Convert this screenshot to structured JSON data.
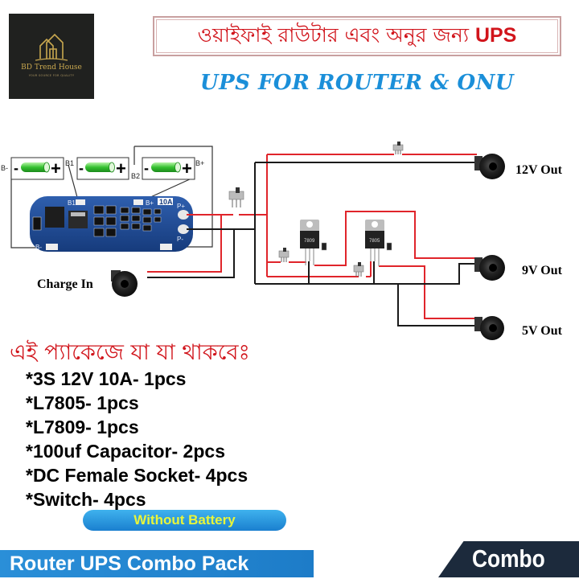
{
  "logo": {
    "name": "BD Trend House",
    "tagline": "YOUR SOURCE FOR QUALITY"
  },
  "header": {
    "bengali_title": "ওয়াইফাই রাউটার এবং অনুর জন্য",
    "bengali_title_suffix": "UPS",
    "english_title": "UPS FOR ROUTER & ONU"
  },
  "diagram": {
    "battery_labels": [
      "B-",
      "B1",
      "B2",
      "B+"
    ],
    "battery_sign_minus": "-",
    "battery_sign_plus": "+",
    "bms_labels": {
      "rating": "10A",
      "b1": "B1",
      "bplus": "B+",
      "bminus": "B-",
      "pplus": "P+",
      "pminus": "P-"
    },
    "regulators": [
      {
        "label": "7809"
      },
      {
        "label": "7805"
      }
    ],
    "charge_in_label": "Charge In",
    "outputs": [
      {
        "label": "12V Out"
      },
      {
        "label": "9V Out"
      },
      {
        "label": "5V Out"
      }
    ],
    "wire_colors": {
      "positive": "#e0252b",
      "negative": "#1a1a1a",
      "frame": "#333333"
    }
  },
  "package": {
    "heading": "এই প্যাকেজে যা যা থাকবেঃ",
    "items": [
      "*3S 12V 10A- 1pcs",
      "*L7805- 1pcs",
      "*L7809- 1pcs",
      "*100uf Capacitor- 2pcs",
      "*DC Female Socket- 4pcs",
      "*Switch- 4pcs"
    ],
    "badge": "Without Battery"
  },
  "footer": {
    "title": "Router UPS Combo Pack",
    "tag": "Combo"
  }
}
